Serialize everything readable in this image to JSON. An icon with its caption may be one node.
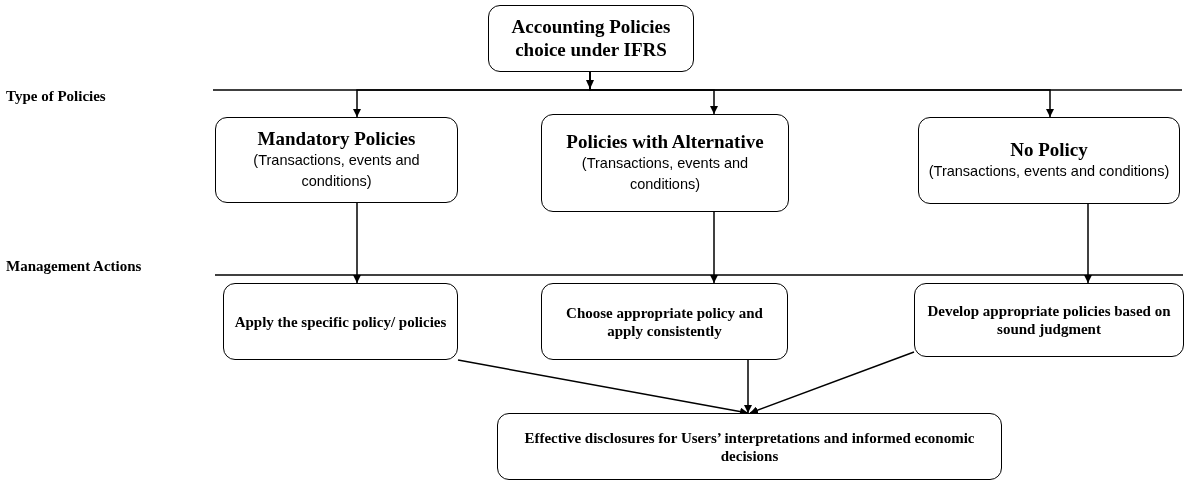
{
  "diagram": {
    "nodes": [
      {
        "text": [
          "Accounting Policies choice under IFRS"
        ]
      },
      {
        "text": [
          "Mandatory Policies",
          "(Transactions, events and conditions)"
        ]
      },
      {
        "text": [
          "Policies with Alternative",
          "(Transactions, events and conditions)"
        ]
      },
      {
        "text": [
          "No Policy",
          "(Transactions, events and conditions)"
        ]
      },
      {
        "text": [
          "Apply the specific policy/ policies"
        ]
      },
      {
        "text": [
          "Choose appropriate policy and apply consistently"
        ]
      },
      {
        "text": [
          "Develop appropriate policies based on sound judgment"
        ]
      },
      {
        "text": [
          "Effective disclosures for Users’ interpretations and informed economic decisions"
        ]
      }
    ],
    "edges": [
      {
        "from": 0,
        "to": 1,
        "arrow": "to"
      },
      {
        "from": 0,
        "to": 2,
        "arrow": "to"
      },
      {
        "from": 0,
        "to": 3,
        "arrow": "to"
      },
      {
        "from": 1,
        "to": 4,
        "arrow": "to"
      },
      {
        "from": 2,
        "to": 5,
        "arrow": "to"
      },
      {
        "from": 3,
        "to": 6,
        "arrow": "to"
      },
      {
        "from": 4,
        "to": 7,
        "arrow": "to"
      },
      {
        "from": 5,
        "to": 7,
        "arrow": "to"
      },
      {
        "from": 6,
        "to": 7,
        "arrow": "to"
      }
    ],
    "labels": [
      "Type of Policies",
      "Management Actions"
    ]
  }
}
